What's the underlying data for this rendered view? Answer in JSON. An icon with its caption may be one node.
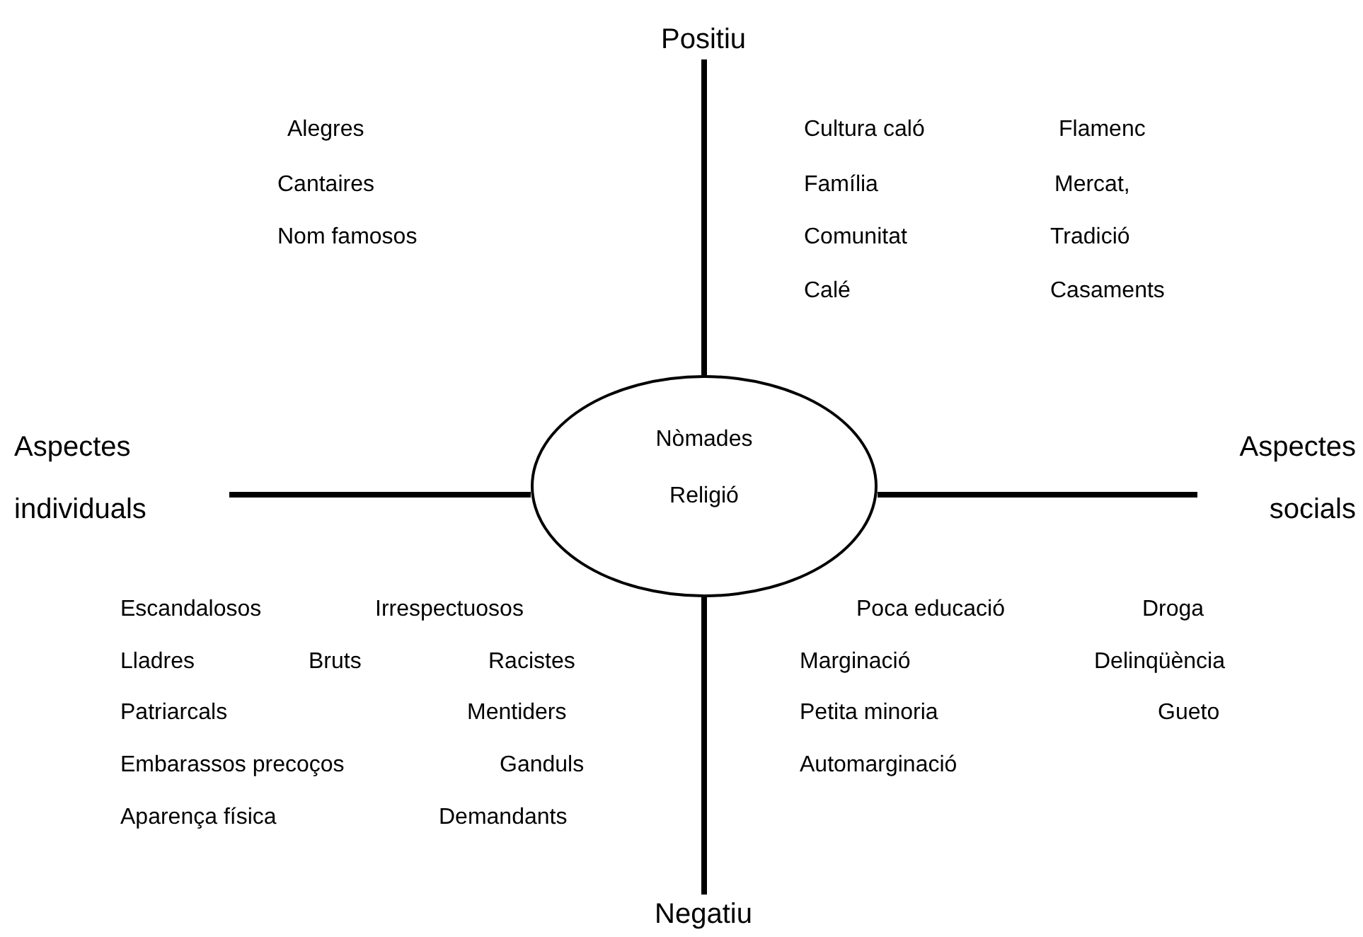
{
  "diagram": {
    "nodes": [
      {
        "text": [
          "Nòmades",
          "Religió"
        ]
      },
      {
        "text": [
          "Positiu"
        ]
      },
      {
        "text": [
          "Negatiu"
        ]
      },
      {
        "text": [
          "Aspectes individuals"
        ]
      },
      {
        "text": [
          "Aspectes socials"
        ]
      }
    ],
    "edges": [
      {
        "from": 0,
        "to": 1,
        "arrow": "none"
      },
      {
        "from": 0,
        "to": 2,
        "arrow": "none"
      },
      {
        "from": 0,
        "to": 3,
        "arrow": "none"
      },
      {
        "from": 0,
        "to": 4,
        "arrow": "none"
      }
    ],
    "labels": [
      "Alegres",
      "Cantaires",
      "Nom famosos",
      "Cultura caló",
      "Flamenc",
      "Família",
      "Mercat,",
      "Comunitat",
      "Tradició",
      "Calé",
      "Casaments",
      "Escandalosos",
      "Irrespectuosos",
      "Lladres",
      "Bruts",
      "Racistes",
      "Patriarcals",
      "Mentiders",
      "Embarassos precoços",
      "Ganduls",
      "Aparença física",
      "Demandants",
      "Poca educació",
      "Droga",
      "Marginació",
      "Delinqüència",
      "Petita minoria",
      "Gueto",
      "Automarginació"
    ]
  }
}
